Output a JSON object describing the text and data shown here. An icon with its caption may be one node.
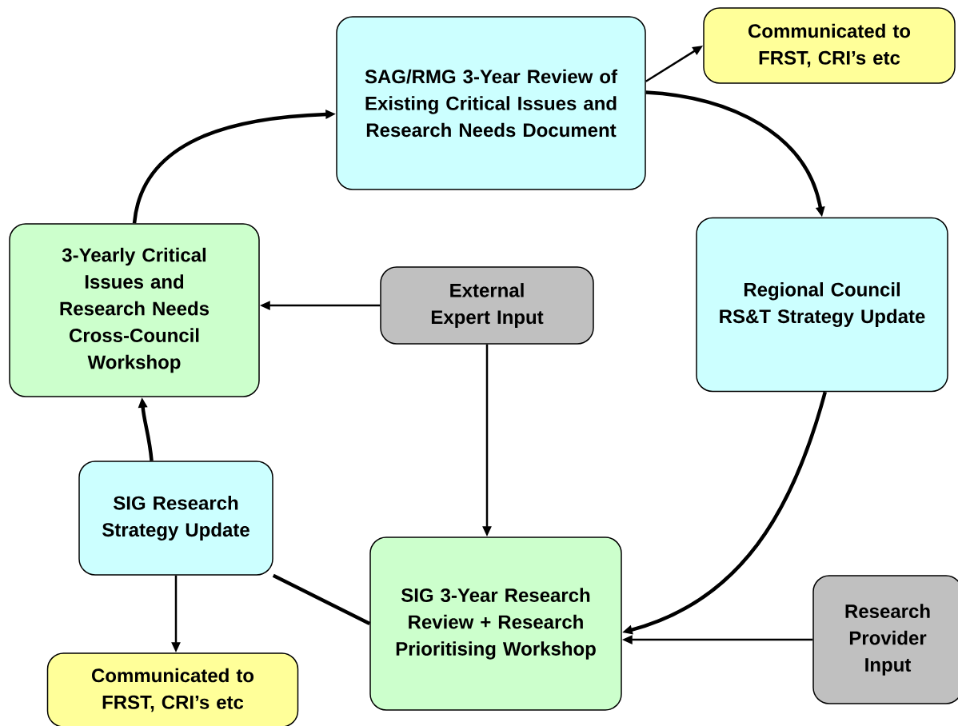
{
  "diagram": {
    "nodes": [
      {
        "text": [
          "SAG/RMG 3-Year Review of Existing Critical Issues and Research Needs Document"
        ]
      },
      {
        "text": [
          "Communicated to FRST, CRI’s etc"
        ]
      },
      {
        "text": [
          "3-Yearly Critical Issues and Research Needs Cross-Council Workshop"
        ]
      },
      {
        "text": [
          "External Expert Input"
        ]
      },
      {
        "text": [
          "Regional Council RS&T Strategy Update"
        ]
      },
      {
        "text": [
          "SIG Research Strategy Update"
        ]
      },
      {
        "text": [
          "SIG 3-Year Research Review + Research Prioritising Workshop"
        ]
      },
      {
        "text": [
          "Research Provider Input"
        ]
      },
      {
        "text": [
          "Communicated to FRST, CRI’s etc"
        ]
      }
    ],
    "edges": [
      {
        "from": 2,
        "to": 0,
        "arrow": "to",
        "style": "thick"
      },
      {
        "from": 0,
        "to": 1,
        "arrow": "to"
      },
      {
        "from": 0,
        "to": 4,
        "arrow": "to",
        "style": "thick"
      },
      {
        "from": 4,
        "to": 6,
        "arrow": "to",
        "style": "thick"
      },
      {
        "from": 3,
        "to": 2,
        "arrow": "to"
      },
      {
        "from": 3,
        "to": 6,
        "arrow": "to"
      },
      {
        "from": 7,
        "to": 6,
        "arrow": "to"
      },
      {
        "from": 6,
        "to": 5,
        "arrow": "none",
        "style": "thick"
      },
      {
        "from": 5,
        "to": 2,
        "arrow": "to",
        "style": "thick"
      },
      {
        "from": 5,
        "to": 8,
        "arrow": "to"
      }
    ]
  }
}
